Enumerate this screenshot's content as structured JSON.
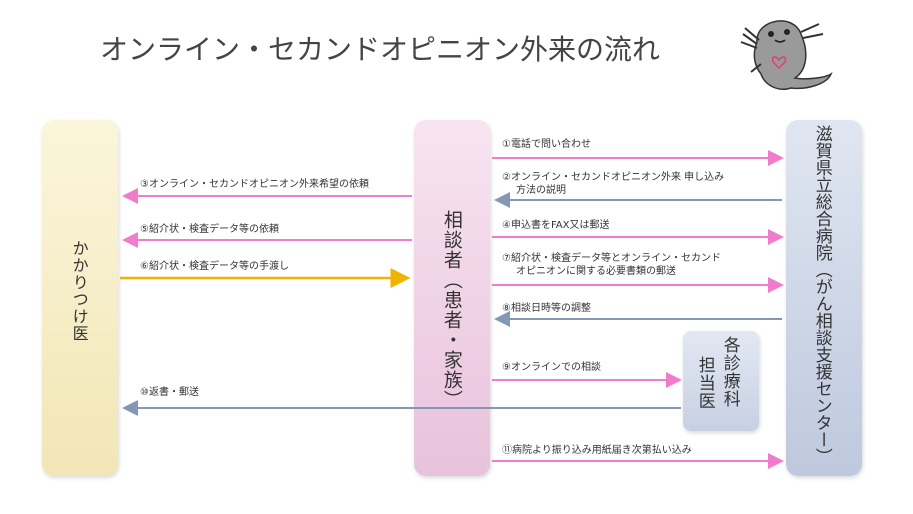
{
  "title": "オンライン・セカンドオピニオン外来の流れ",
  "columns": {
    "doctor": "かかりつけ医",
    "patient": "相談者（患者・家族）",
    "hospital": "滋賀県立総合病院（がん相談支援センター）",
    "dept_line1": "各診療科",
    "dept_line2": "担当医"
  },
  "steps": {
    "s1": "①電話で問い合わせ",
    "s2a": "②オンライン・セカンドオピニオン外来 申し込み",
    "s2b": "方法の説明",
    "s3": "③オンライン・セカンドオピニオン外来希望の依頼",
    "s4": "④申込書をFAX又は郵送",
    "s5": "⑤紹介状・検査データ等の依頼",
    "s6": "⑥紹介状・検査データ等の手渡し",
    "s7a": "⑦紹介状・検査データ等とオンライン・セカンド",
    "s7b": "オピニオンに関する必要書類の郵送",
    "s8": "⑧相談日時等の調整",
    "s9": "⑨オンラインでの相談",
    "s10": "⑩返書・郵送",
    "s11": "⑪病院より振り込み用紙届き次第払い込み"
  },
  "colors": {
    "pink_arrow": "#f07ccb",
    "blue_arrow": "#8498b3",
    "gold_arrow": "#f0b400"
  },
  "mascot": "mascot-character"
}
